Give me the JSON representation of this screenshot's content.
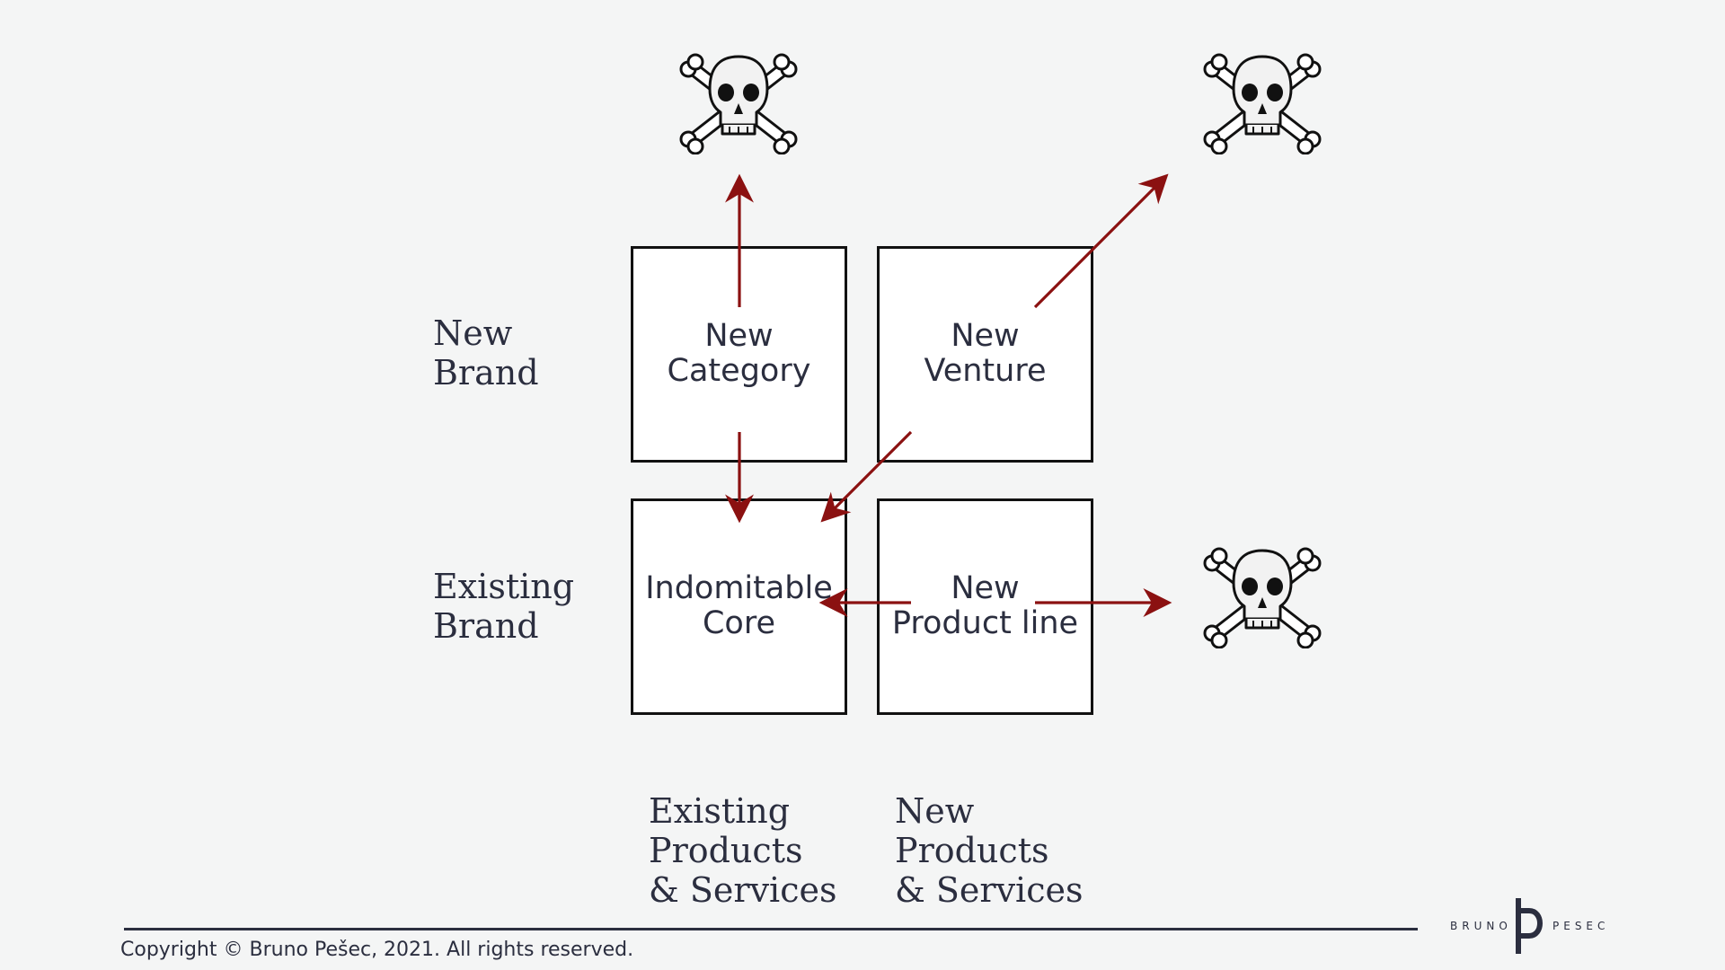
{
  "colors": {
    "background": "#f4f5f5",
    "text": "#2b2e3f",
    "arrow": "#8b1111",
    "box_border": "#111111",
    "box_fill": "#ffffff",
    "rule": "#2b2e3f"
  },
  "boxes": {
    "new_category": "New\nCategory",
    "new_venture": "New\nVenture",
    "indomitable_core": "Indomitable\nCore",
    "new_product_line": "New\nProduct line"
  },
  "row_labels": {
    "new_brand": "New\nBrand",
    "existing_brand": "Existing\nBrand"
  },
  "column_labels": {
    "existing_products": "Existing\nProducts\n& Services",
    "new_products": "New\nProducts\n& Services"
  },
  "icons": {
    "death_markers": [
      "skull-crossbones-icon",
      "skull-crossbones-icon",
      "skull-crossbones-icon"
    ]
  },
  "footer": {
    "copyright": "Copyright © Bruno Pešec, 2021. All rights reserved.",
    "logo_left": "BRUNO",
    "logo_right": "PESEC"
  }
}
